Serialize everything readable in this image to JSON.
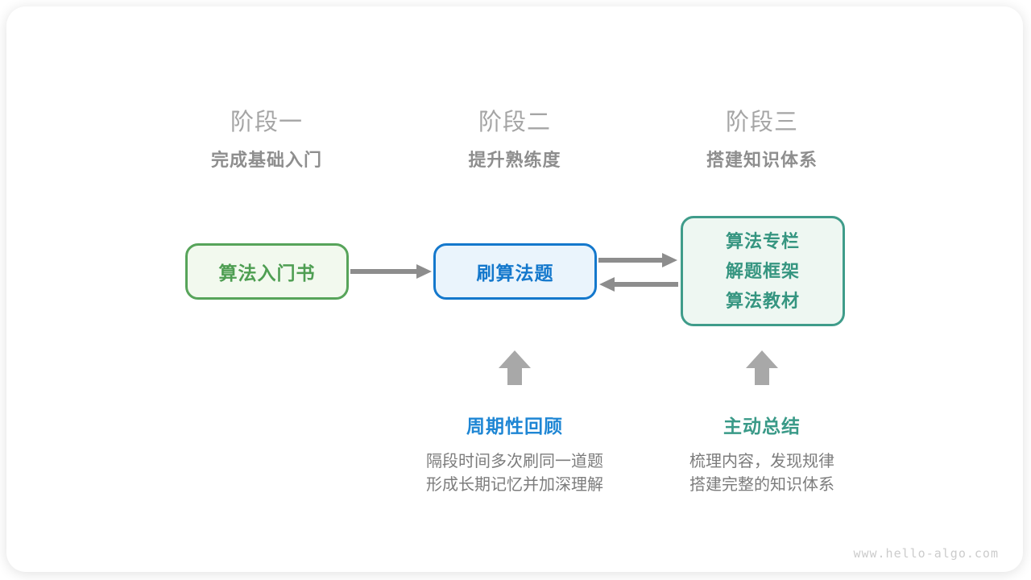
{
  "stages": [
    {
      "title": "阶段一",
      "subtitle": "完成基础入门"
    },
    {
      "title": "阶段二",
      "subtitle": "提升熟练度"
    },
    {
      "title": "阶段三",
      "subtitle": "搭建知识体系"
    }
  ],
  "boxes": {
    "intro_book": {
      "label": "算法入门书"
    },
    "practice": {
      "label": "刷算法题"
    },
    "knowledge": {
      "lines": [
        "算法专栏",
        "解题框架",
        "算法教材"
      ]
    }
  },
  "annotations": [
    {
      "heading": "周期性回顾",
      "line1": "隔段时间多次刷同一道题",
      "line2": "形成长期记忆并加深理解"
    },
    {
      "heading": "主动总结",
      "line1": "梳理内容，发现规律",
      "line2": "搭建完整的知识体系"
    }
  ],
  "watermark": "www.hello-algo.com",
  "colors": {
    "green_border": "#57a45a",
    "green_fill": "#f2f9ee",
    "green_text": "#4e9e52",
    "blue_border": "#1478cc",
    "blue_fill": "#eaf4fc",
    "blue_heading": "#1e86d4",
    "teal_border": "#3f9c8a",
    "teal_fill": "#eef7f2",
    "teal_text": "#359580",
    "arrow_gray": "#8d8d8d",
    "block_arrow_gray": "#a8a8a8",
    "stage_title_gray": "#a5a5a5",
    "stage_subtitle_gray": "#8e8e8e",
    "desc_gray": "#7c7c7c",
    "watermark_gray": "#cccccc"
  }
}
